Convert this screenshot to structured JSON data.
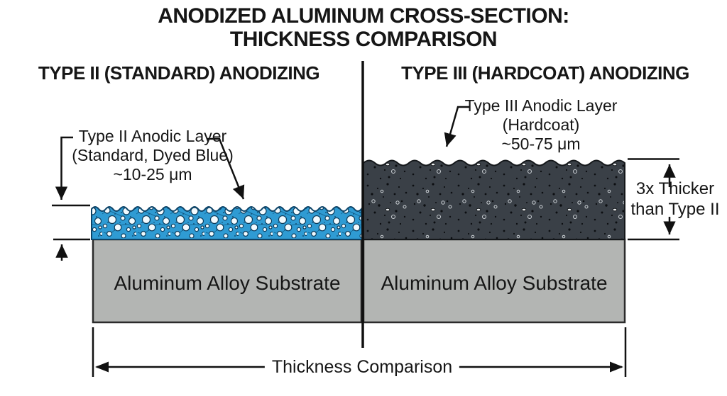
{
  "title": {
    "line1": "ANODIZED ALUMINUM CROSS-SECTION:",
    "line2": "THICKNESS COMPARISON"
  },
  "left_panel": {
    "header": "TYPE II (STANDARD) ANODIZING",
    "layer_label": {
      "line1": "Type II Anodic Layer",
      "line2": "(Standard, Dyed Blue)",
      "line3": "~10-25 μm"
    },
    "substrate_label": "Aluminum Alloy Substrate"
  },
  "right_panel": {
    "header": "TYPE III (HARDCOAT) ANODIZING",
    "layer_label": {
      "line1": "Type III Anodic Layer",
      "line2": "(Hardcoat)",
      "line3": "~50-75 μm"
    },
    "substrate_label": "Aluminum Alloy Substrate"
  },
  "annotations": {
    "thickness_note": {
      "line1": "3x Thicker",
      "line2": "than Type II"
    },
    "bottom_dimension_label": "Thickness Comparison"
  },
  "colors": {
    "type2_layer_blue": "#2f9bd3",
    "type2_outline": "#0d4468",
    "type3_layer_dark": "#3a4047",
    "substrate_gray": "#b3b5b3",
    "line_black": "#111111",
    "background": "#ffffff"
  }
}
